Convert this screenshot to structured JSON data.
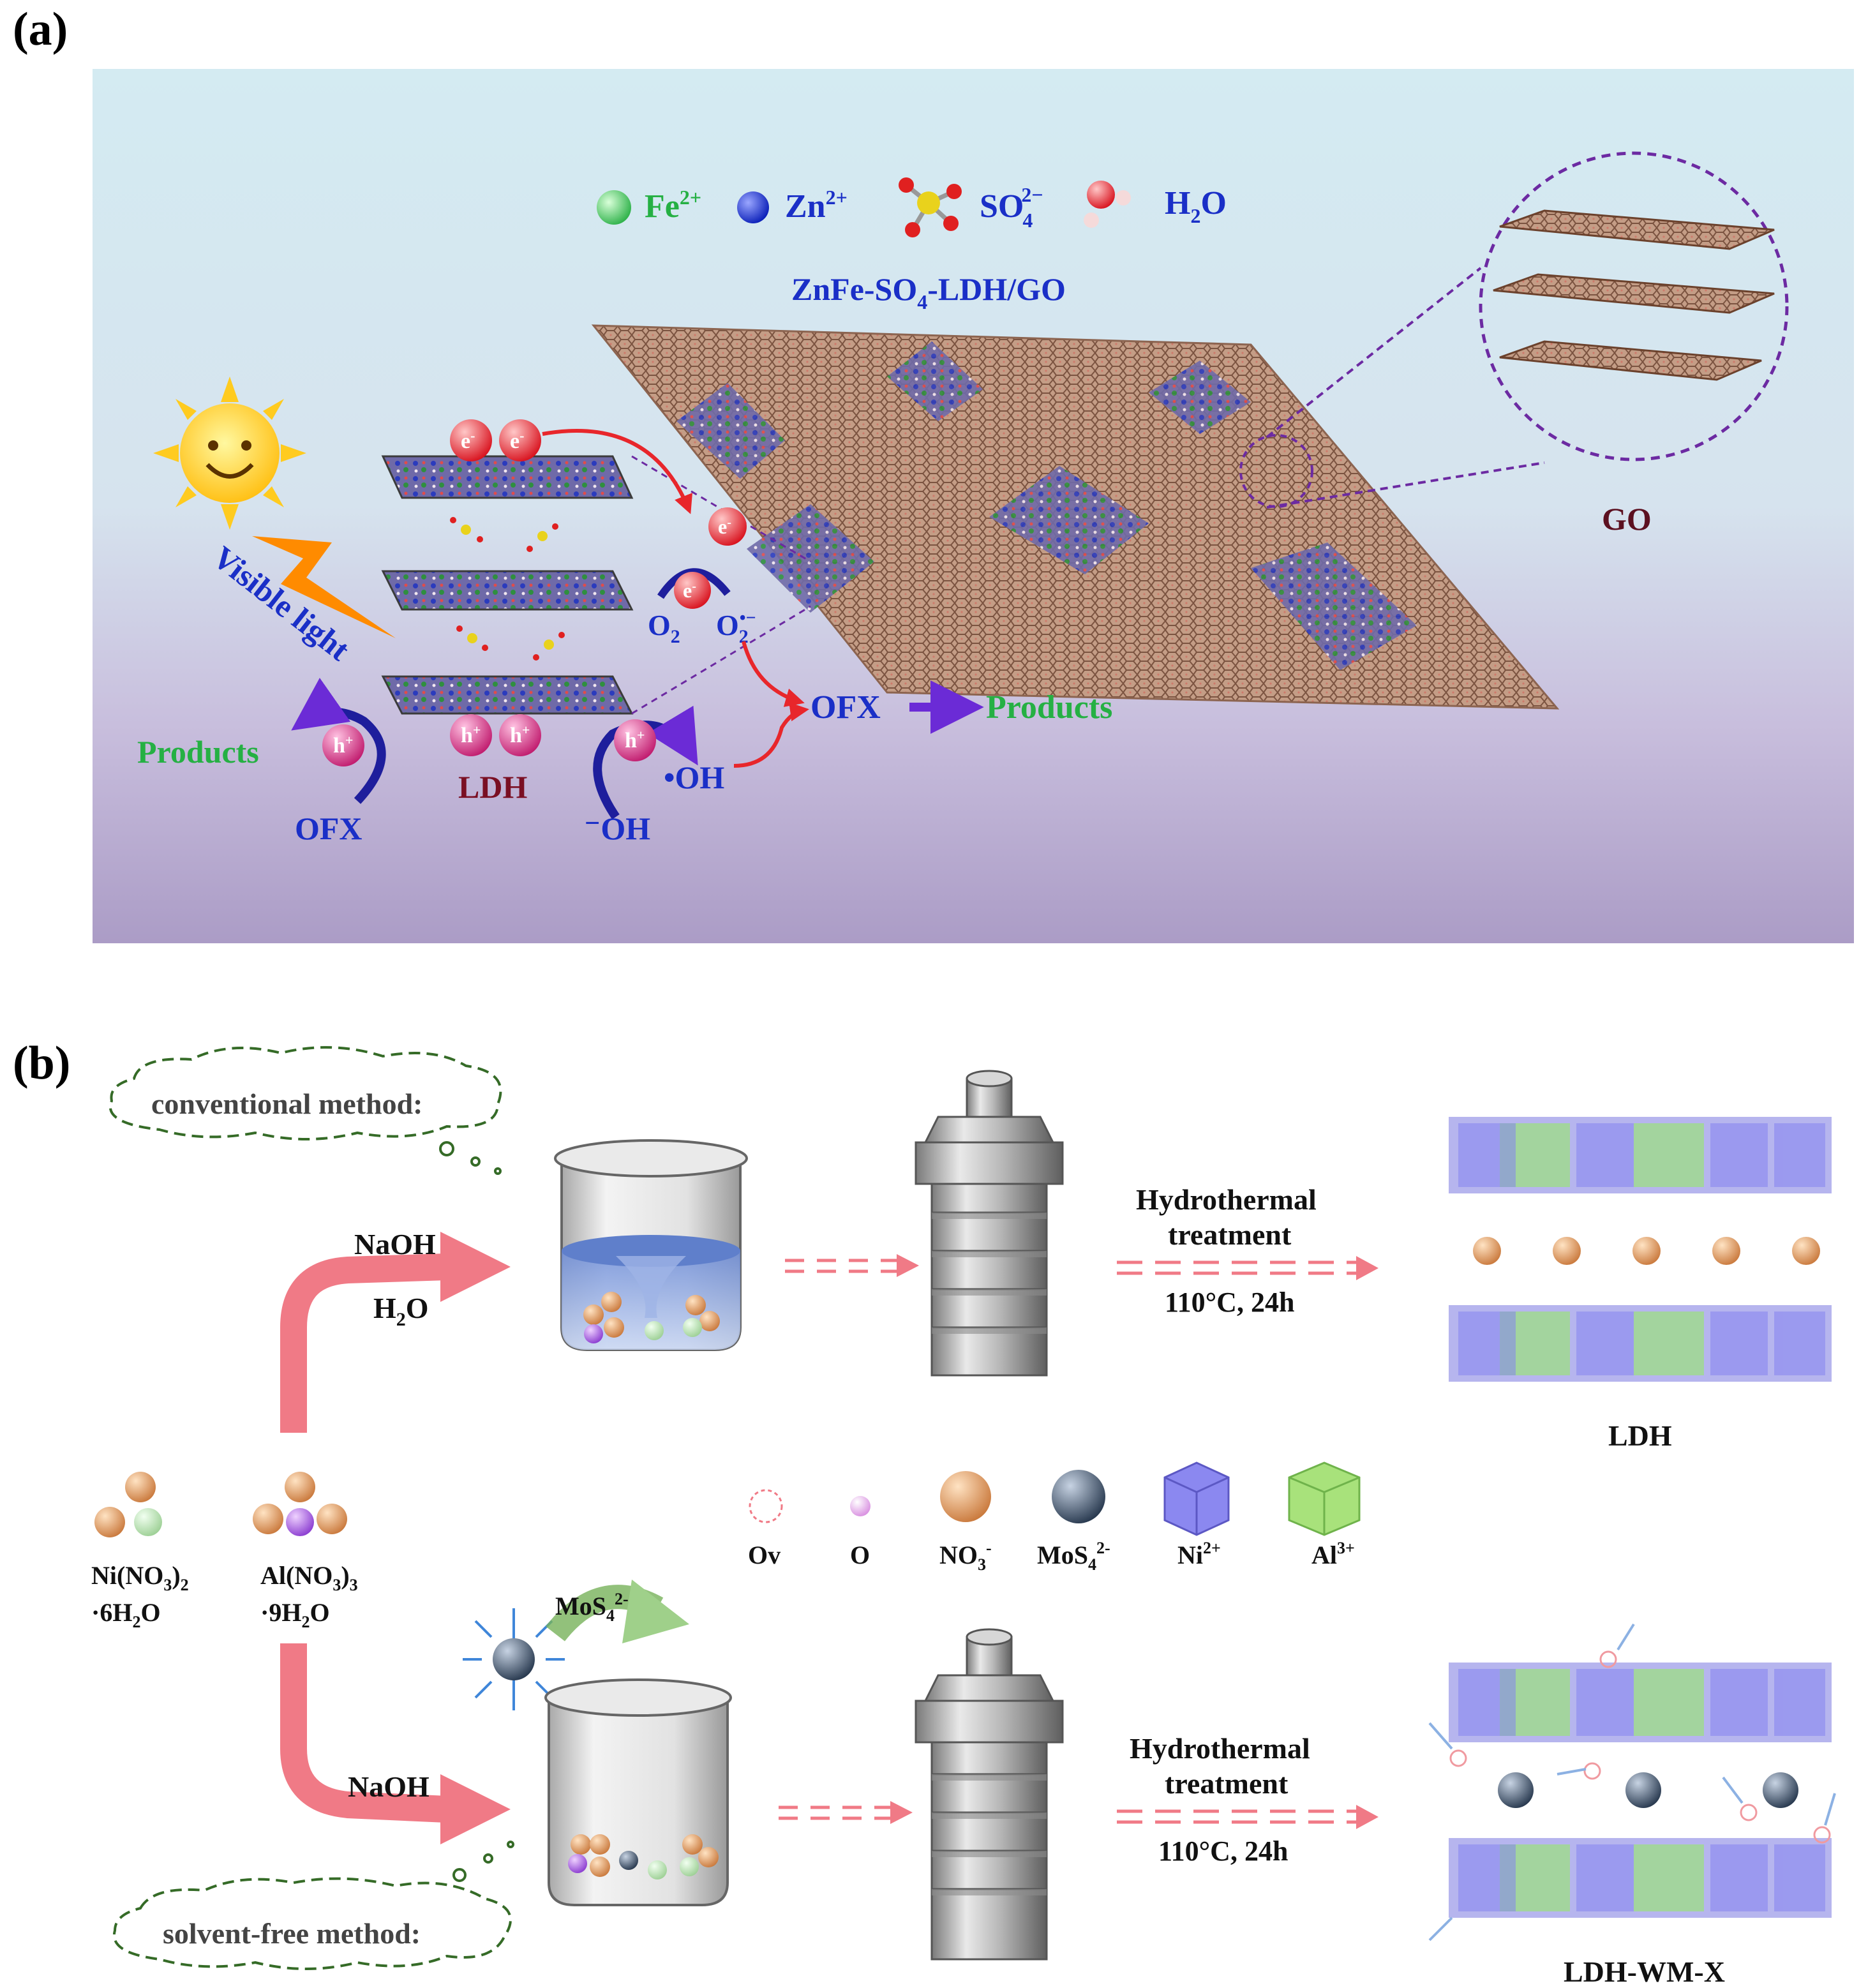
{
  "panel_a": {
    "tag": "(a)",
    "legend": {
      "fe": "Fe",
      "fe_sup": "2+",
      "zn": "Zn",
      "zn_sup": "2+",
      "so4": "SO",
      "so4_sub": "4",
      "so4_sup": "2−",
      "h2o_h": "H",
      "h2o_sub": "2",
      "h2o_o": "O"
    },
    "composite_title_pre": "ZnFe-SO",
    "composite_title_sub": "4",
    "composite_title_post": "-LDH/GO",
    "electron": "e",
    "electron_sup": "-",
    "hole": "h",
    "hole_sup": "+",
    "visible_light": "Visible light",
    "o2": "O",
    "o2_sub": "2",
    "o2_radical": "O",
    "o2_radical_sub": "2",
    "o2_radical_sup": "•−",
    "ofx_center": "OFX",
    "products_center": "Products",
    "products_left": "Products",
    "ofx_left": "OFX",
    "ldh": "LDH",
    "oh_radical": "•OH",
    "hydroxide": "⁻OH",
    "go": "GO"
  },
  "panel_b": {
    "tag": "(b)",
    "conventional": "conventional method:",
    "solvent_free": "solvent-free method:",
    "naoh_top": "NaOH",
    "h2o_top_pre": "H",
    "h2o_top_sub": "2",
    "h2o_top_post": "O",
    "naoh_bottom": "NaOH",
    "mos4_pre": "MoS",
    "mos4_sub": "4",
    "mos4_sup": "2-",
    "hydro_top_1": "Hydrothermal",
    "hydro_top_2": "treatment",
    "cond_top": "110°C, 24h",
    "hydro_bot_1": "Hydrothermal",
    "hydro_bot_2": "treatment",
    "cond_bot": "110°C, 24h",
    "ldh": "LDH",
    "ldh_wm": "LDH-WM-X",
    "ni_salt_1_pre": "Ni(NO",
    "ni_salt_1_sub": "3",
    "ni_salt_1_post": ")",
    "ni_salt_1_sub2": "2",
    "ni_salt_2_pre": "·6H",
    "ni_salt_2_sub": "2",
    "ni_salt_2_post": "O",
    "al_salt_1_pre": "Al(NO",
    "al_salt_1_sub": "3",
    "al_salt_1_post": ")",
    "al_salt_1_sub2": "3",
    "al_salt_2_pre": "·9H",
    "al_salt_2_sub": "2",
    "al_salt_2_post": "O",
    "legend": {
      "ov": "Ov",
      "o": "O",
      "no3_pre": "NO",
      "no3_sub": "3",
      "no3_sup": "-",
      "mos4_pre": "MoS",
      "mos4_sub": "4",
      "mos4_sup": "2-",
      "ni_pre": "Ni",
      "ni_sup": "2+",
      "al_pre": "Al",
      "al_sup": "3+"
    }
  }
}
